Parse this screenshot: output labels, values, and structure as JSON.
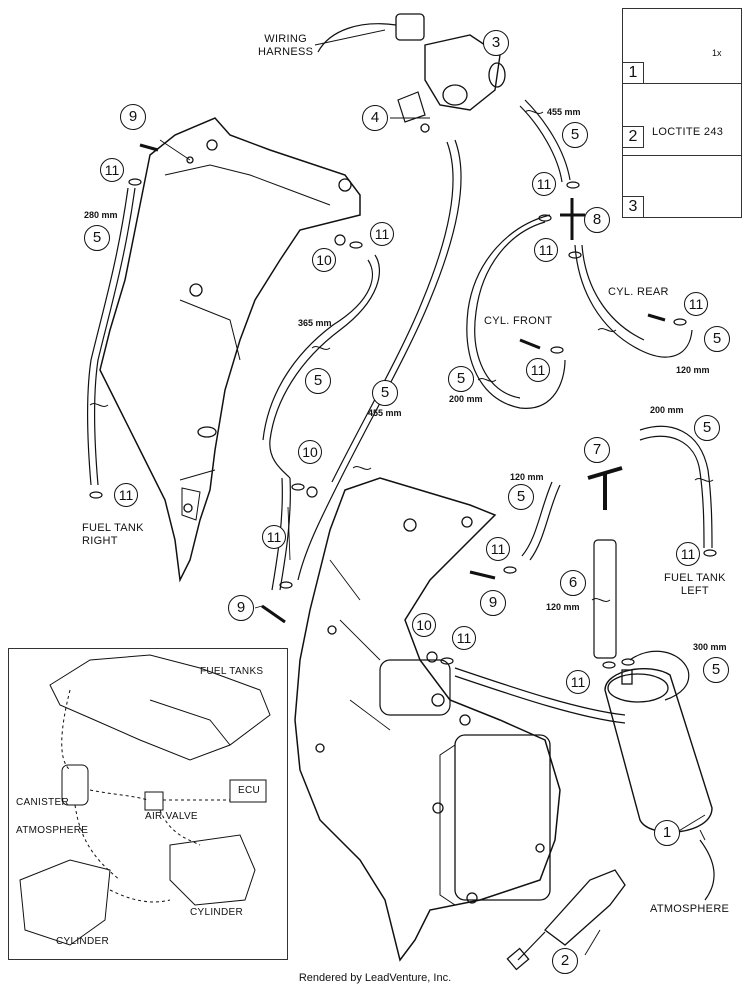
{
  "labels": {
    "wiring_harness": "WIRING\nHARNESS",
    "fuel_tank_right": "FUEL TANK\nRIGHT",
    "fuel_tank_left": "FUEL TANK\nLEFT",
    "cyl_front": "CYL. FRONT",
    "cyl_rear": "CYL. REAR",
    "atmosphere": "ATMOSPHERE",
    "loctite": "LOCTITE 243",
    "one_x": "1x"
  },
  "dimensions": {
    "d455_top": "455 mm",
    "d280": "280 mm",
    "d365": "365 mm",
    "d455_mid": "455 mm",
    "d200_front": "200 mm",
    "d120_rear": "120 mm",
    "d200_right": "200 mm",
    "d120_mid": "120 mm",
    "d120_hose6": "120 mm",
    "d300": "300 mm"
  },
  "callouts": {
    "c1": "1",
    "c2": "2",
    "c3": "3",
    "c4": "4",
    "c5": "5",
    "c6": "6",
    "c7": "7",
    "c8": "8",
    "c9": "9",
    "c10": "10",
    "c11": "11"
  },
  "legend_steps": [
    "1",
    "2",
    "3"
  ],
  "inset": {
    "fuel_tanks": "FUEL TANKS",
    "ecu": "ECU",
    "canister": "CANISTER",
    "atmosphere": "ATMOSPHERE",
    "air_valve": "AIR VALVE",
    "cylinder_upper": "CYLINDER",
    "cylinder_lower": "CYLINDER"
  },
  "footer": "Rendered by LeadVenture, Inc."
}
